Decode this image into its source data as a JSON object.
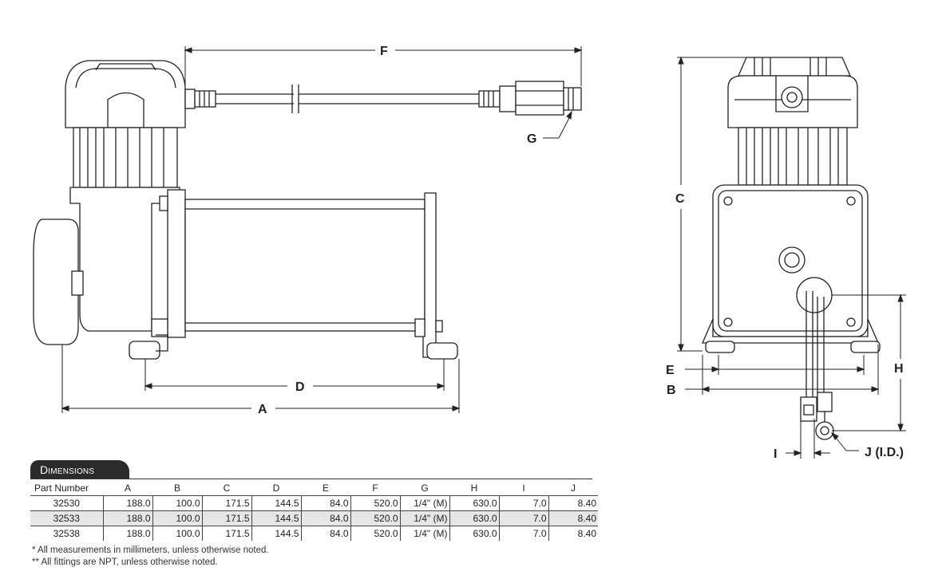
{
  "dimension_labels": {
    "A": "A",
    "B": "B",
    "C": "C",
    "D": "D",
    "E": "E",
    "F": "F",
    "G": "G",
    "H": "H",
    "I": "I",
    "J": "J (I.D.)"
  },
  "table": {
    "title": "Dimensions",
    "headers": [
      "Part Number",
      "A",
      "B",
      "C",
      "D",
      "E",
      "F",
      "G",
      "H",
      "I",
      "J"
    ],
    "rows": [
      [
        "32530",
        "188.0",
        "100.0",
        "171.5",
        "144.5",
        "84.0",
        "520.0",
        "1/4\" (M)",
        "630.0",
        "7.0",
        "8.40"
      ],
      [
        "32533",
        "188.0",
        "100.0",
        "171.5",
        "144.5",
        "84.0",
        "520.0",
        "1/4\" (M)",
        "630.0",
        "7.0",
        "8.40"
      ],
      [
        "32538",
        "188.0",
        "100.0",
        "171.5",
        "144.5",
        "84.0",
        "520.0",
        "1/4\" (M)",
        "630.0",
        "7.0",
        "8.40"
      ]
    ]
  },
  "notes": [
    "* All measurements in millimeters, unless otherwise noted.",
    "** All fittings are NPT, unless otherwise noted."
  ]
}
